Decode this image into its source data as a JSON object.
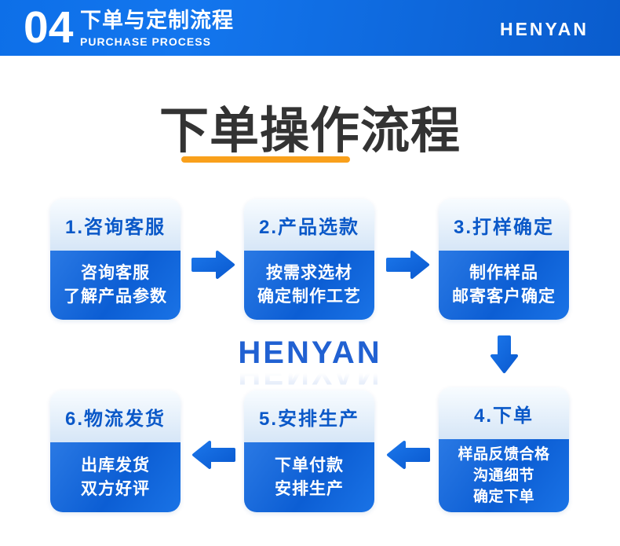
{
  "header": {
    "number": "04",
    "title_cn": "下单与定制流程",
    "title_en": "PURCHASE PROCESS",
    "brand": "HENYAN"
  },
  "main_title": {
    "text": "下单操作流程"
  },
  "watermark": {
    "text": "HENYAN"
  },
  "steps": [
    {
      "label": "1.咨询客服",
      "lines": [
        "咨询客服",
        "了解产品参数"
      ]
    },
    {
      "label": "2.产品选款",
      "lines": [
        "按需求选材",
        "确定制作工艺"
      ]
    },
    {
      "label": "3.打样确定",
      "lines": [
        "制作样品",
        "邮寄客户确定"
      ]
    },
    {
      "label": "4.下单",
      "lines": [
        "样品反馈合格",
        "沟通细节",
        "确定下单"
      ]
    },
    {
      "label": "5.安排生产",
      "lines": [
        "下单付款",
        "安排生产"
      ]
    },
    {
      "label": "6.物流发货",
      "lines": [
        "出库发货",
        "双方好评"
      ]
    }
  ],
  "icons": {
    "flow_arrows": [
      "arrow-right",
      "arrow-right",
      "arrow-down",
      "arrow-left",
      "arrow-left"
    ]
  },
  "colors": {
    "header_blue_left": "#0d6fe8",
    "header_blue_right": "#0a5ccd",
    "card_label_text": "#0a58c8",
    "card_body_blue": "#0c5ed4",
    "arrow_blue": "#0e6ade",
    "title_text": "#333333",
    "title_underline_orange": "#f9a01b",
    "watermark_blue": "#2161d2"
  }
}
